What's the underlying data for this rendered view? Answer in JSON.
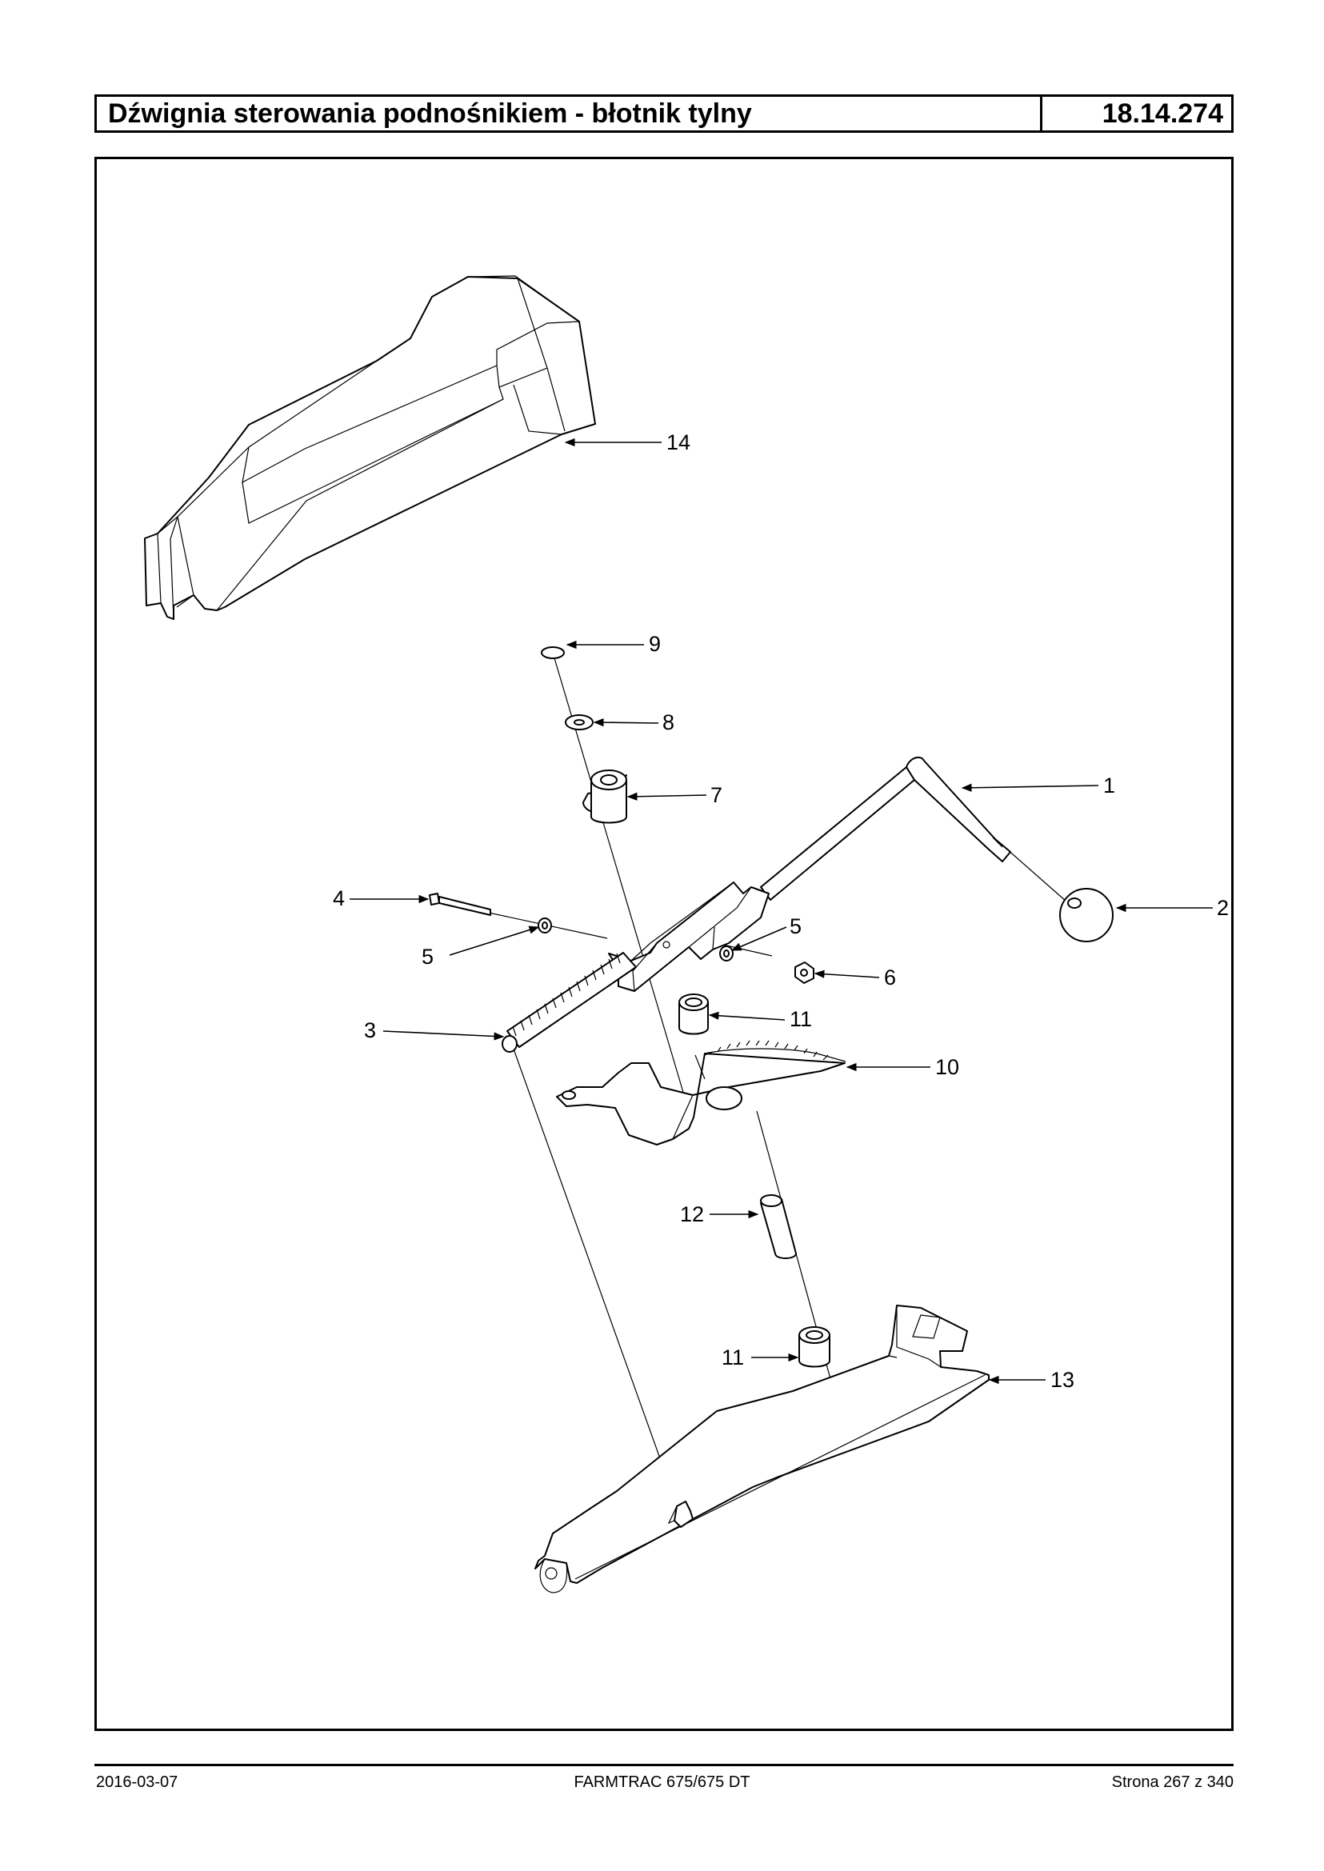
{
  "header": {
    "title": "Dźwignia sterowania podnośnikiem - błotnik tylny",
    "code": "18.14.274"
  },
  "callouts": {
    "c1": "1",
    "c2": "2",
    "c3": "3",
    "c4": "4",
    "c5a": "5",
    "c5b": "5",
    "c6": "6",
    "c7": "7",
    "c8": "8",
    "c9": "9",
    "c10": "10",
    "c11a": "11",
    "c11b": "11",
    "c12": "12",
    "c13": "13",
    "c14": "14"
  },
  "footer": {
    "date": "2016-03-07",
    "model": "FARMTRAC 675/675 DT",
    "page": "Strona 267 z 340"
  }
}
